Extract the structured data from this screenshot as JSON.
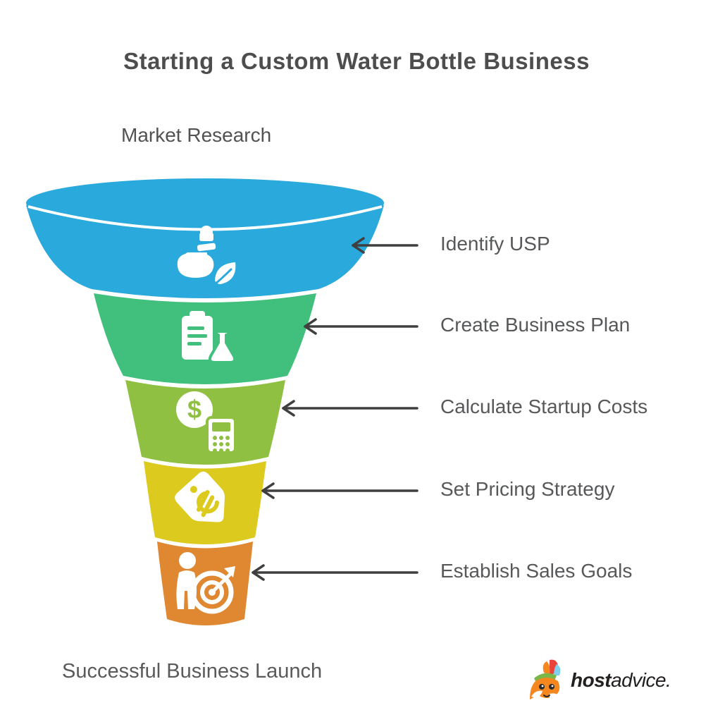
{
  "title": "Starting a Custom Water Bottle Business",
  "top_label": "Market Research",
  "bottom_label": "Successful Business Launch",
  "colors": {
    "arrow": "#3f3f3f",
    "label_text": "#57585a",
    "title_text": "#4d4d4d",
    "icon": "#ffffff"
  },
  "funnel": {
    "stages": [
      {
        "label": "Identify USP",
        "color": "#2aa9dd",
        "icon": "eco-bottle-icon"
      },
      {
        "label": "Create Business Plan",
        "color": "#40c07c",
        "icon": "clipboard-flask-icon"
      },
      {
        "label": "Calculate Startup Costs",
        "color": "#8fc041",
        "icon": "coin-calculator-icon"
      },
      {
        "label": "Set Pricing Strategy",
        "color": "#ddca1e",
        "icon": "price-tag-icon"
      },
      {
        "label": "Establish Sales Goals",
        "color": "#e08731",
        "icon": "person-target-icon"
      }
    ],
    "currency_symbol": "$"
  },
  "logo": {
    "brand_bold": "host",
    "brand_regular": "advice.",
    "icon": "hostadvice-fox-icon"
  }
}
